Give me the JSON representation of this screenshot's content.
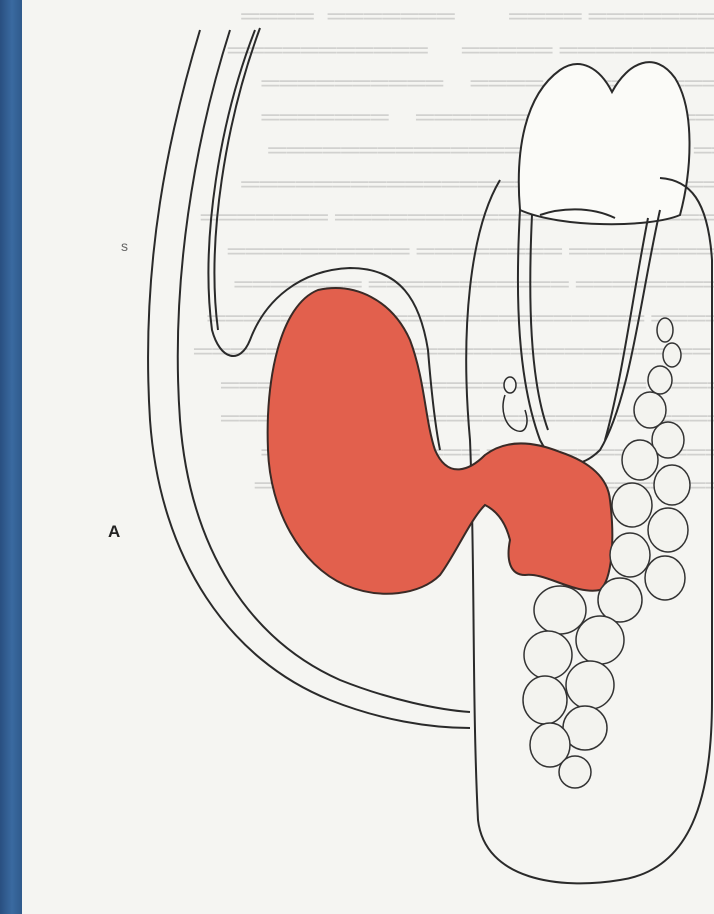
{
  "figure": {
    "panel_label": "A",
    "stray_mark": "s",
    "colors": {
      "background_border": "#2f5a8c",
      "paper": "#f5f5f2",
      "lesion_fill": "#e2604d",
      "outline": "#2a2a2a",
      "gland_fill": "#f3f3ef"
    },
    "structures": [
      "tooth-crown",
      "buccal-mucosa-fold",
      "lesion-red-region",
      "gland-lobules",
      "duct-opening"
    ]
  }
}
